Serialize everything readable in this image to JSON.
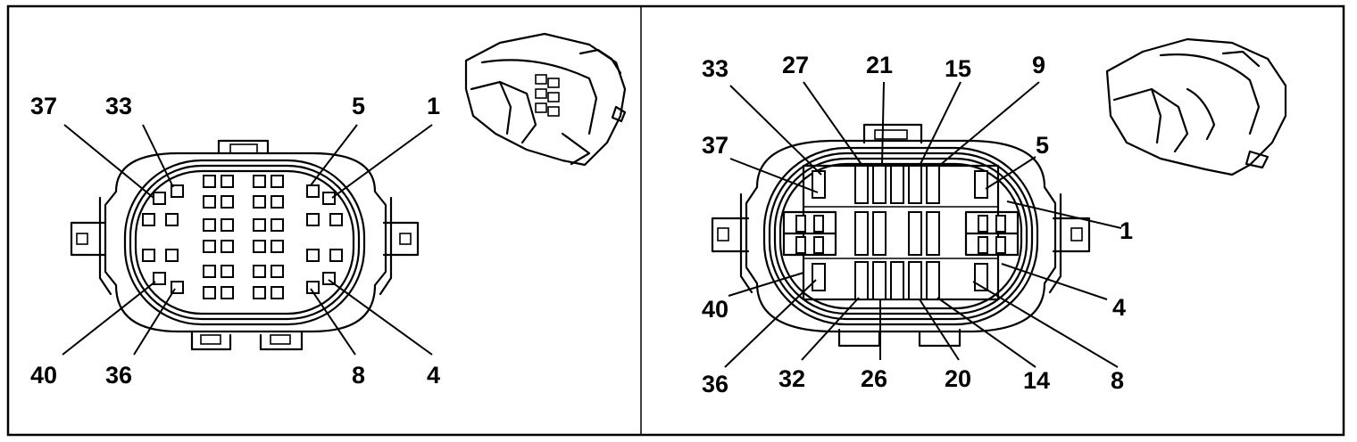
{
  "left_view": {
    "labels_top": [
      "37",
      "33",
      "5",
      "1"
    ],
    "labels_bottom": [
      "40",
      "36",
      "8",
      "4"
    ]
  },
  "right_view": {
    "labels_top": [
      "33",
      "27",
      "21",
      "15",
      "9"
    ],
    "labels_left": [
      "37",
      "40"
    ],
    "labels_right": [
      "5",
      "1",
      "4"
    ],
    "labels_bottom": [
      "36",
      "32",
      "26",
      "20",
      "14",
      "8"
    ]
  }
}
